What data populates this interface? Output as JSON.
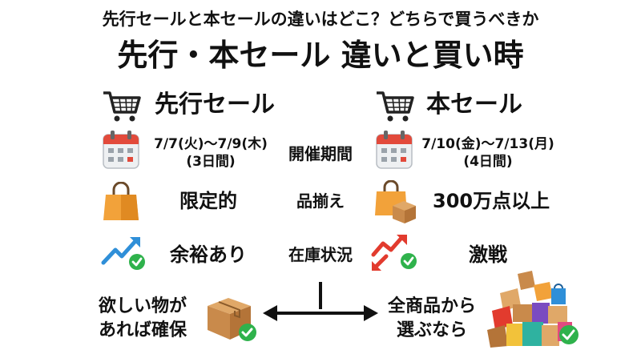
{
  "header": {
    "subtitle": "先行セールと本セールの違いはどこ？どちらで買うべきか",
    "title": "先行・本セール 違いと買い時"
  },
  "columns": {
    "left_title": "先行セール",
    "right_title": "本セール"
  },
  "rows": {
    "period": {
      "label": "開催期間",
      "left_line1": "7/7(火)〜7/9(木)",
      "left_line2": "(3日間)",
      "right_line1": "7/10(金)〜7/13(月)",
      "right_line2": "(4日間)"
    },
    "selection": {
      "label": "品揃え",
      "left": "限定的",
      "right": "300万点以上"
    },
    "stock": {
      "label": "在庫状況",
      "left": "余裕あり",
      "right": "激戦"
    }
  },
  "bottom": {
    "left_line1": "欲しい物が",
    "left_line2": "あれば確保",
    "right_line1": "全商品から",
    "right_line2": "選ぶなら"
  },
  "icons": {
    "cart": "shopping-cart-icon",
    "calendar": "calendar-icon",
    "bag": "shopping-bag-icon",
    "trend_up": "trend-up-check-icon",
    "trend_down": "trend-down-check-icon",
    "box": "cardboard-box-check-icon",
    "pile": "product-pile-check-icon"
  },
  "colors": {
    "text": "#111111",
    "check_green": "#2fb24c",
    "trend_blue": "#2f8fd8",
    "trend_red": "#e23b2e",
    "calendar_red": "#e24a3b",
    "bag_orange": "#f2a23a",
    "box_brown": "#c98a4b"
  }
}
